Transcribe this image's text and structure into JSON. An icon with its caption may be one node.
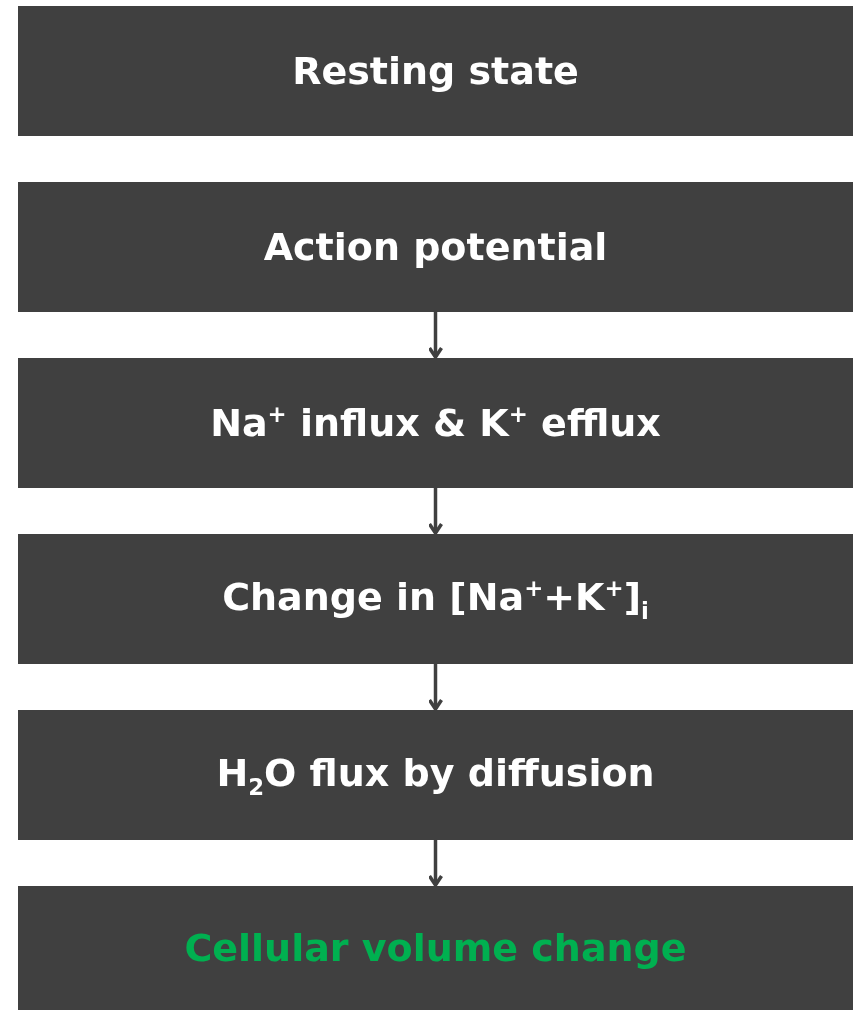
{
  "diagram": {
    "nodes": [
      {
        "text": [
          "Resting state"
        ]
      },
      {
        "text": [
          "Action potential"
        ]
      },
      {
        "text": [
          "Na$^{+}$ influx & K$^{+}$ efflux"
        ]
      },
      {
        "text": [
          "Change in [Na$^{+}$+K$^{+}$]$_{i}$"
        ]
      },
      {
        "text": [
          "H$_{2}$O flux by diffusion"
        ]
      },
      {
        "text": [
          "Cellular volume change"
        ]
      }
    ],
    "edges": [
      {
        "from": 1,
        "to": 2,
        "arrow": "to"
      },
      {
        "from": 2,
        "to": 3,
        "arrow": "to"
      },
      {
        "from": 3,
        "to": 4,
        "arrow": "to"
      },
      {
        "from": 4,
        "to": 5,
        "arrow": "to"
      }
    ]
  }
}
